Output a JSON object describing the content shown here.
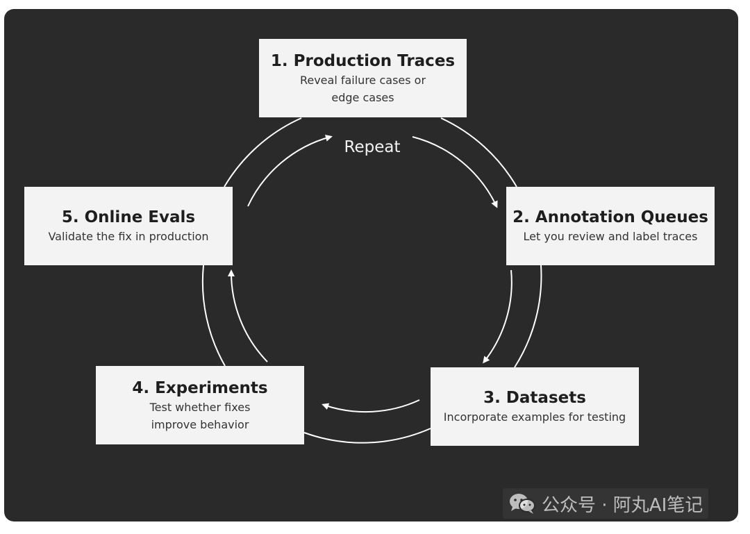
{
  "center_label": "Repeat",
  "steps": [
    {
      "title": "1. Production Traces",
      "description": "Reveal failure cases or\nedge cases"
    },
    {
      "title": "2. Annotation Queues",
      "description": "Let you review and label traces"
    },
    {
      "title": "3. Datasets",
      "description": "Incorporate examples for testing"
    },
    {
      "title": "4. Experiments",
      "description": "Test whether fixes\nimprove behavior"
    },
    {
      "title": "5. Online Evals",
      "description": "Validate the fix in production"
    }
  ],
  "watermark": {
    "text": "公众号 · 阿丸AI笔记",
    "icon": "wechat-icon"
  },
  "colors": {
    "background": "#2b2a2a",
    "box": "#f3f3f3",
    "line": "#ffffff"
  }
}
